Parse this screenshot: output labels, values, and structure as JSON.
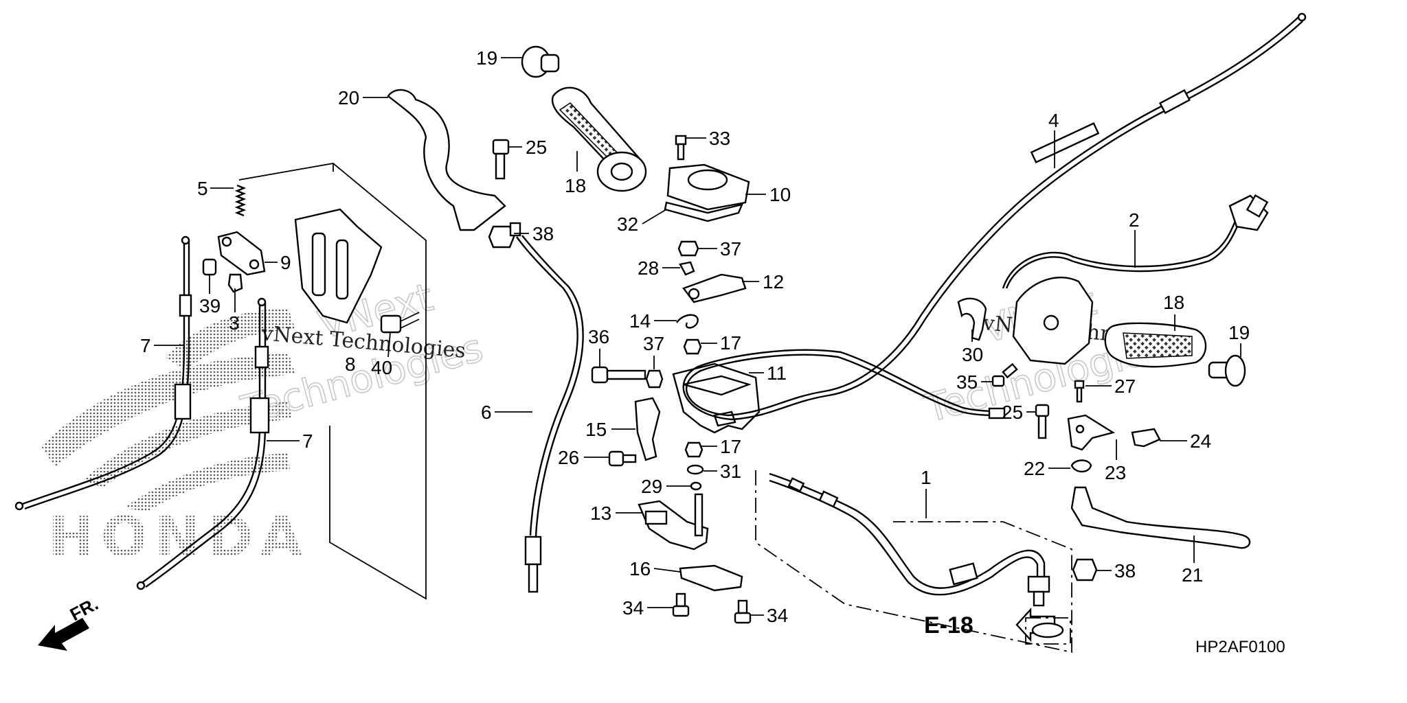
{
  "diagram": {
    "part_code": "HP2AF0100",
    "section_ref": "E-18",
    "direction_label": "FR.",
    "watermark": {
      "brand_lines": [
        "VNext",
        "Technologies"
      ],
      "small_text": "vNext Technologies"
    },
    "logo_text": "HONDA",
    "callouts": {
      "c1": "1",
      "c2": "2",
      "c3": "3",
      "c4": "4",
      "c5": "5",
      "c6": "6",
      "c7a": "7",
      "c7b": "7",
      "c8": "8",
      "c9": "9",
      "c10": "10",
      "c11": "11",
      "c12": "12",
      "c13": "13",
      "c14": "14",
      "c15": "15",
      "c16": "16",
      "c17a": "17",
      "c17b": "17",
      "c18a": "18",
      "c18b": "18",
      "c19a": "19",
      "c19b": "19",
      "c20": "20",
      "c21": "21",
      "c22": "22",
      "c23": "23",
      "c24": "24",
      "c25a": "25",
      "c25b": "25",
      "c26": "26",
      "c27": "27",
      "c28": "28",
      "c29": "29",
      "c30": "30",
      "c31": "31",
      "c32": "32",
      "c33": "33",
      "c34a": "34",
      "c34b": "34",
      "c35": "35",
      "c36": "36",
      "c37a": "37",
      "c37b": "37",
      "c38a": "38",
      "c38b": "38",
      "c39": "39",
      "c40": "40"
    }
  }
}
